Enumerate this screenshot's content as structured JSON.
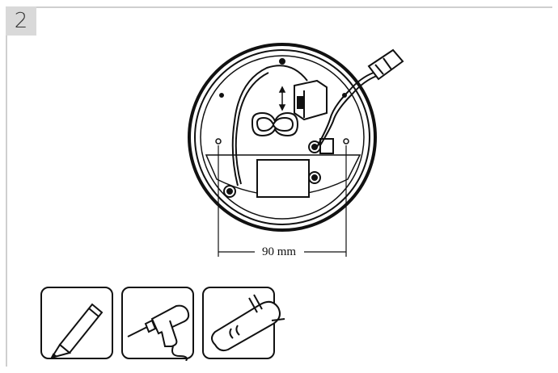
{
  "step": {
    "number": "2"
  },
  "dimension": {
    "label": "90 mm"
  },
  "tools": [
    {
      "name": "pencil"
    },
    {
      "name": "drill"
    },
    {
      "name": "wall plug"
    }
  ]
}
